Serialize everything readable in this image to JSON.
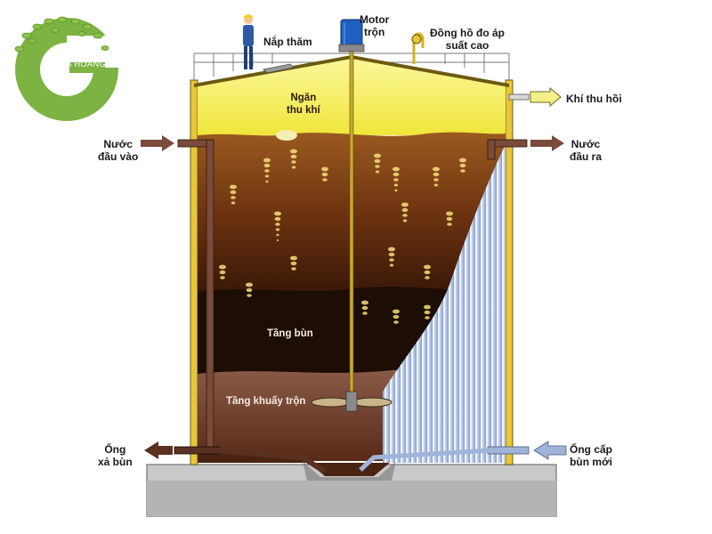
{
  "logo": {
    "text": "GIA HOÀNG",
    "accent": "#7cb342"
  },
  "labels": {
    "manhole": "Nắp thăm",
    "motor": "Motor\ntrộn",
    "pressure_gauge": "Đồng hồ đo áp\nsuất cao",
    "gas_chamber": "Ngăn\nthu khí",
    "gas_out": "Khí thu hồi",
    "inlet": "Nước\nđầu vào",
    "outlet": "Nước\nđầu ra",
    "sludge_layer": "Tầng bùn",
    "mixing_layer": "Tầng khuấy trộn",
    "sludge_discharge": "Ống\nxả bùn",
    "fresh_sludge_feed": "Ống cấp\nbùn mới"
  },
  "colors": {
    "gas": "#f4ef5a",
    "upper_liquid": "#8a4f1c",
    "sludge": "#1c0d05",
    "mixing": "#6e3a22",
    "wall": "#e8c63a",
    "arrow_brown": "#7a4a3a",
    "arrow_yellow": "#f3f08a",
    "arrow_blue": "#9fb4d8",
    "ground": "#c9c9c9"
  }
}
